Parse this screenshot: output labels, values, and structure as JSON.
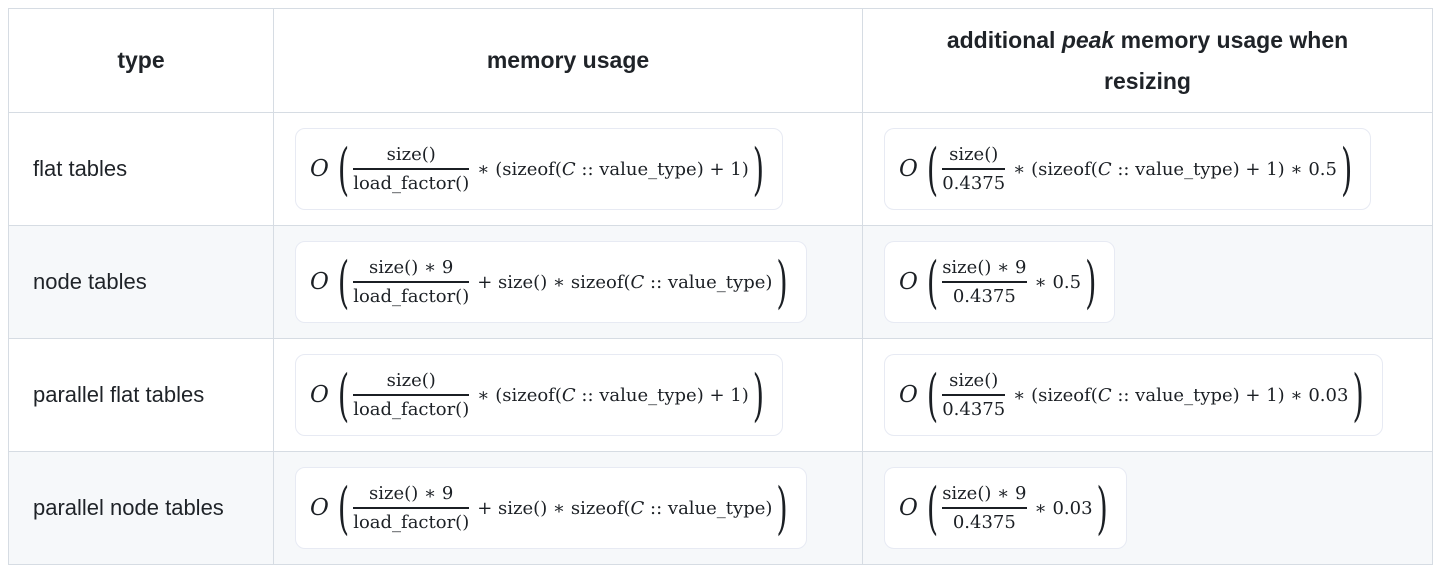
{
  "colors": {
    "text": "#1f2328",
    "table_border": "#d6dce3",
    "row_stripe": "#f6f8fa",
    "formula_box_bg": "#ffffff",
    "formula_box_border": "#e7eaf3"
  },
  "table": {
    "columns": [
      {
        "key": "type",
        "header_segments": [
          {
            "t": "type"
          }
        ]
      },
      {
        "key": "memory",
        "header_segments": [
          {
            "t": "memory usage"
          }
        ]
      },
      {
        "key": "peak",
        "header_segments": [
          {
            "t": "additional "
          },
          {
            "t": "peak",
            "i": true
          },
          {
            "t": " memory usage when resizing"
          }
        ]
      }
    ],
    "rows": [
      {
        "type": "flat tables",
        "memory_formula": {
          "big_o": "O",
          "open": "(",
          "numerator": "size()",
          "denominator": "load_factor()",
          "tail": [
            {
              "t": "∗ (sizeof("
            },
            {
              "t": "C",
              "i": true
            },
            {
              "t": " :: value_type) + 1)"
            }
          ],
          "close": ")"
        },
        "peak_formula": {
          "big_o": "O",
          "open": "(",
          "numerator": "size()",
          "denominator": "0.4375",
          "tail": [
            {
              "t": "∗ (sizeof("
            },
            {
              "t": "C",
              "i": true
            },
            {
              "t": " :: value_type) + 1) ∗ 0.5"
            }
          ],
          "close": ")"
        }
      },
      {
        "type": "node tables",
        "memory_formula": {
          "big_o": "O",
          "open": "(",
          "numerator": "size() ∗ 9",
          "denominator": "load_factor()",
          "tail": [
            {
              "t": "+ size() ∗ sizeof("
            },
            {
              "t": "C",
              "i": true
            },
            {
              "t": " :: value_type)"
            }
          ],
          "close": ")"
        },
        "peak_formula": {
          "big_o": "O",
          "open": "(",
          "numerator": "size() ∗ 9",
          "denominator": "0.4375",
          "tail": [
            {
              "t": "∗ 0.5"
            }
          ],
          "close": ")"
        }
      },
      {
        "type": "parallel flat tables",
        "memory_formula": {
          "big_o": "O",
          "open": "(",
          "numerator": "size()",
          "denominator": "load_factor()",
          "tail": [
            {
              "t": "∗ (sizeof("
            },
            {
              "t": "C",
              "i": true
            },
            {
              "t": " :: value_type) + 1)"
            }
          ],
          "close": ")"
        },
        "peak_formula": {
          "big_o": "O",
          "open": "(",
          "numerator": "size()",
          "denominator": "0.4375",
          "tail": [
            {
              "t": "∗ (sizeof("
            },
            {
              "t": "C",
              "i": true
            },
            {
              "t": " :: value_type) + 1) ∗ 0.03"
            }
          ],
          "close": ")"
        }
      },
      {
        "type": "parallel node tables",
        "memory_formula": {
          "big_o": "O",
          "open": "(",
          "numerator": "size() ∗ 9",
          "denominator": "load_factor()",
          "tail": [
            {
              "t": "+ size() ∗ sizeof("
            },
            {
              "t": "C",
              "i": true
            },
            {
              "t": " :: value_type)"
            }
          ],
          "close": ")"
        },
        "peak_formula": {
          "big_o": "O",
          "open": "(",
          "numerator": "size() ∗ 9",
          "denominator": "0.4375",
          "tail": [
            {
              "t": "∗ 0.03"
            }
          ],
          "close": ")"
        }
      }
    ]
  }
}
